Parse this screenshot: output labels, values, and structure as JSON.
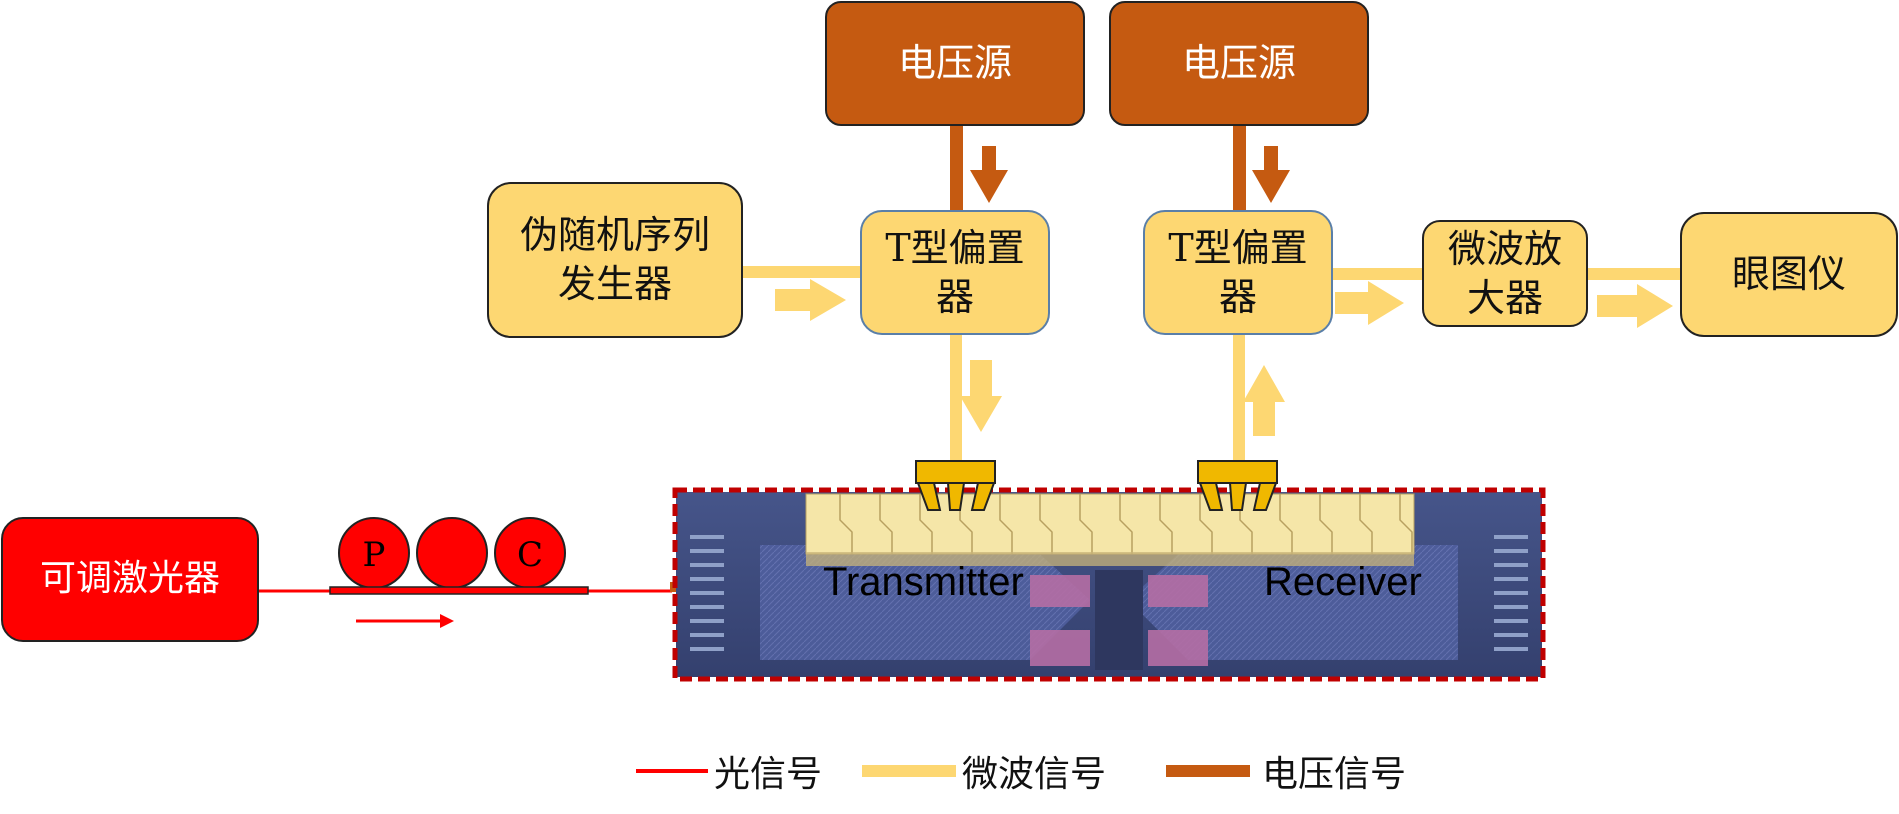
{
  "nodes": {
    "voltage_source_1": "电压源",
    "voltage_source_2": "电压源",
    "prbs_generator": "伪随机序列\n发生器",
    "bias_tee_tx": "T型偏置\n器",
    "bias_tee_rx": "T型偏置\n器",
    "microwave_amplifier": "微波放\n大器",
    "eye_diagram_scope": "眼图仪",
    "tunable_laser": "可调激光器"
  },
  "polarization_controller": {
    "paddles": [
      "P",
      "",
      "C"
    ]
  },
  "chip": {
    "transmitter_label": "Transmitter",
    "receiver_label": "Receiver"
  },
  "legend": [
    {
      "label": "光信号",
      "color": "#ff0000",
      "line_type": "thin"
    },
    {
      "label": "微波信号",
      "color": "#fdd772",
      "line_type": "thick"
    },
    {
      "label": "电压信号",
      "color": "#c55a11",
      "line_type": "thick"
    }
  ],
  "colors": {
    "microwave": "#fdd772",
    "voltage": "#c55a11",
    "optical": "#ff0000",
    "probe": "#f0b800",
    "chip_border": "#c00000",
    "chip_substrate": "#3d4a7a"
  }
}
